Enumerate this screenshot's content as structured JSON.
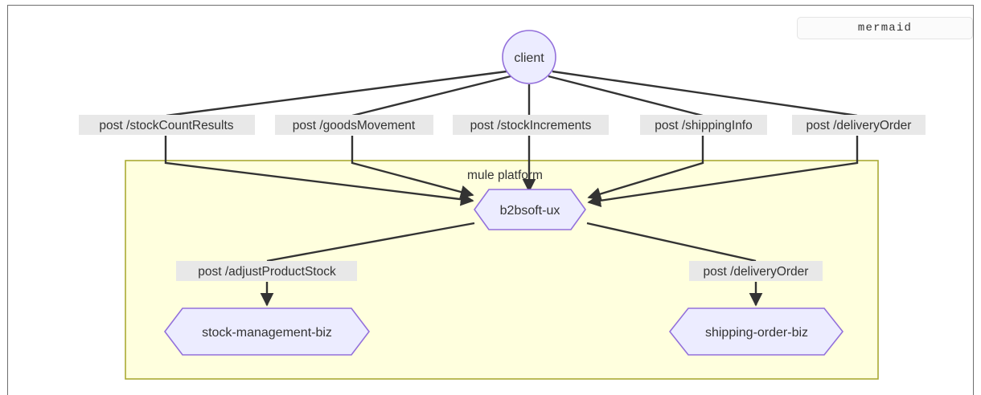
{
  "badge": {
    "label": "mermaid"
  },
  "diagram": {
    "type": "mermaid-flowchart",
    "colors": {
      "node_fill": "#ececff",
      "node_stroke": "#9370db",
      "cluster_fill": "#ffffde",
      "cluster_stroke": "#aaaa33",
      "edge_stroke": "#333333",
      "edge_label_bg": "#e8e8e8",
      "text": "#333333",
      "frame_stroke": "#6e6e6e"
    },
    "cluster": {
      "title": "mule platform"
    },
    "nodes": [
      {
        "id": "client",
        "label": "client",
        "shape": "circle"
      },
      {
        "id": "b2bsoft-ux",
        "label": "b2bsoft-ux",
        "shape": "hexagon"
      },
      {
        "id": "stock-management-biz",
        "label": "stock-management-biz",
        "shape": "hexagon"
      },
      {
        "id": "shipping-order-biz",
        "label": "shipping-order-biz",
        "shape": "hexagon"
      }
    ],
    "edges": [
      {
        "from": "client",
        "to": "b2bsoft-ux",
        "label": "post /stockCountResults"
      },
      {
        "from": "client",
        "to": "b2bsoft-ux",
        "label": "post /goodsMovement"
      },
      {
        "from": "client",
        "to": "b2bsoft-ux",
        "label": "post /stockIncrements"
      },
      {
        "from": "client",
        "to": "b2bsoft-ux",
        "label": "post /shippingInfo"
      },
      {
        "from": "client",
        "to": "b2bsoft-ux",
        "label": "post /deliveryOrder"
      },
      {
        "from": "b2bsoft-ux",
        "to": "stock-management-biz",
        "label": "post /adjustProductStock"
      },
      {
        "from": "b2bsoft-ux",
        "to": "shipping-order-biz",
        "label": "post /deliveryOrder"
      }
    ]
  }
}
